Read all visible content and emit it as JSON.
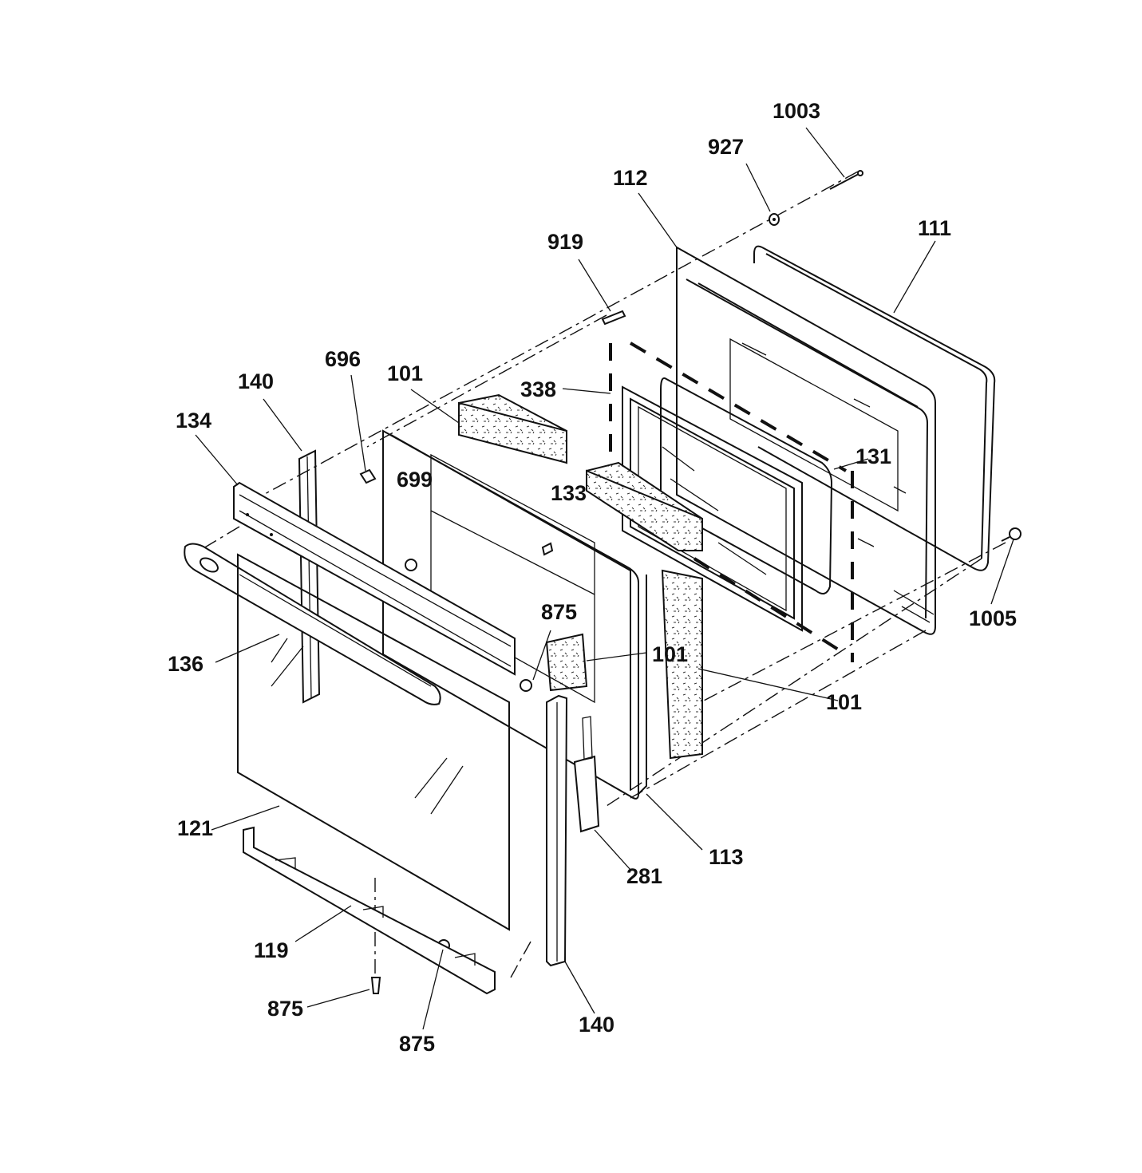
{
  "diagram": {
    "part_labels": [
      "1003",
      "927",
      "112",
      "111",
      "919",
      "696",
      "140",
      "101",
      "338",
      "134",
      "699",
      "133",
      "131",
      "1005",
      "875",
      "101",
      "136",
      "101",
      "121",
      "281",
      "113",
      "119",
      "875",
      "875",
      "140"
    ]
  }
}
